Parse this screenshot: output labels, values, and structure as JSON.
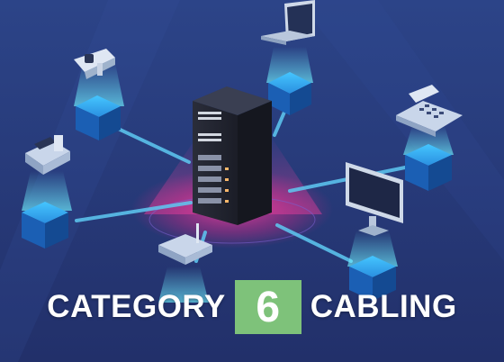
{
  "headline": {
    "word_left": "CATEGORY",
    "number": "6",
    "word_right": "CABLING"
  },
  "colors": {
    "background_top": "#2c4488",
    "background_bottom": "#24336b",
    "number_box": "#7ec27a",
    "cable": "#5ec9f2",
    "node_cube": "#1b5fb4",
    "glow": "#5fe6ff",
    "server_glow": "#e0348f",
    "server_body": "#242733"
  },
  "scene": {
    "center": "server-rack-icon",
    "devices": [
      "security-camera-icon",
      "laptop-icon",
      "telephone-icon",
      "card-terminal-icon",
      "monitor-icon",
      "router-icon"
    ]
  }
}
